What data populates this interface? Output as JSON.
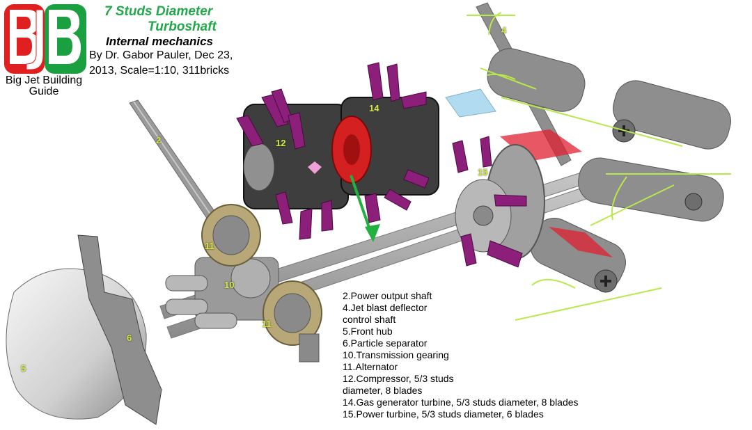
{
  "logo": {
    "letters": "BJB",
    "caption": "Big Jet Building Guide",
    "colors": {
      "left": "#e02020",
      "right": "#1aa040",
      "white": "#ffffff"
    }
  },
  "title": {
    "line1": "7 Studs Diameter",
    "line2": "Turboshaft",
    "subtitle": "Internal mechanics",
    "byline_1": "By Dr. Gabor Pauler, Dec 23,",
    "byline_2": "2013, Scale=1:10,  311bricks"
  },
  "labels": {
    "n2": "2",
    "n4": "4",
    "n5": "5",
    "n6": "6",
    "n10": "10",
    "n11a": "11",
    "n11b": "11",
    "n12": "12",
    "n14": "14",
    "n15": "15"
  },
  "legend": [
    "2.Power output shaft",
    "4.Jet blast deflector",
    "control shaft",
    "5.Front hub",
    "6.Particle separator",
    "10.Transmission gearing",
    "11.Alternator",
    "12.Compressor, 5/3 studs",
    "diameter, 8 blades",
    "14.Gas generator turbine, 5/3 studs diameter, 8 blades",
    "15.Power turbine, 5/3 studs diameter, 6 blades"
  ],
  "colors": {
    "number_labels": "#d4e840",
    "title_green": "#22a84a",
    "blades": "#8c1f7a",
    "gray_parts": "#8a8a8a",
    "tan_wheels": "#b8a878",
    "red_flap": "#e02030",
    "blue_flap": "#a8d8f0",
    "arrow_green": "#22b040"
  }
}
